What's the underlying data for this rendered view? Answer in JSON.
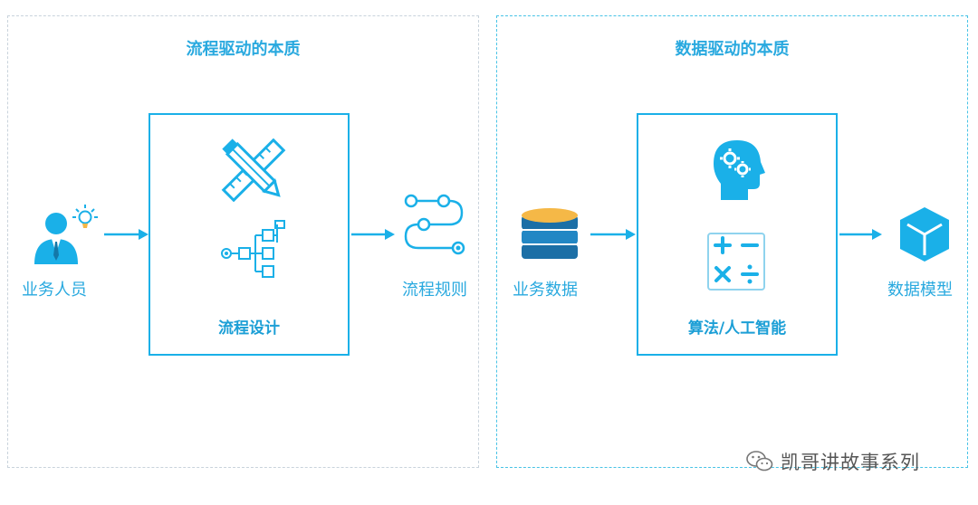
{
  "left_panel": {
    "title": "流程驱动的本质"
  },
  "right_panel": {
    "title": "数据驱动的本质"
  },
  "nodes": {
    "business_people": "业务人员",
    "process_design": "流程设计",
    "process_rules": "流程规则",
    "business_data": "业务数据",
    "algorithm_ai": "算法/人工智能",
    "data_model": "数据模型"
  },
  "watermark": {
    "text": "凯哥讲故事系列"
  },
  "colors": {
    "accent": "#1ab0e8",
    "title": "#29a9df",
    "db_top": "#f5b847",
    "db_body": "#1c6fa6"
  },
  "icons": {
    "business_people": "person-with-idea-bulb-icon",
    "design_tools": "pencil-ruler-crossed-icon",
    "flow_tree": "flow-tree-icon",
    "rules_path": "process-path-icon",
    "database": "database-icon",
    "ai_head": "brain-gears-head-icon",
    "calculator": "math-operators-icon",
    "model_cube": "cube-icon",
    "wechat": "wechat-icon"
  }
}
